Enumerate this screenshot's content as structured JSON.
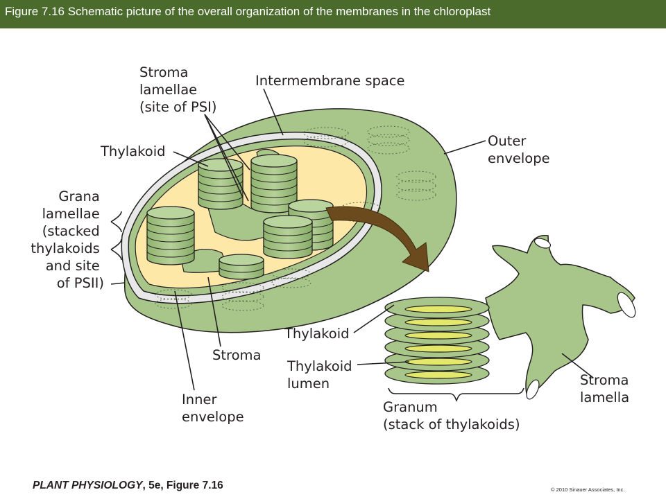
{
  "header": {
    "title": "Figure 7.16  Schematic picture of the overall organization of the membranes in the chloroplast"
  },
  "labels": {
    "stroma_lamellae": [
      "Stroma",
      "lamellae",
      "(site of PSI)"
    ],
    "intermembrane_space": "Intermembrane space",
    "thylakoid_top": "Thylakoid",
    "outer_envelope": [
      "Outer",
      "envelope"
    ],
    "grana_lamellae": [
      "Grana",
      "lamellae",
      "(stacked",
      "thylakoids",
      "and site",
      "of PSII)"
    ],
    "thylakoid_inset": "Thylakoid",
    "stroma": "Stroma",
    "thylakoid_lumen": [
      "Thylakoid",
      "lumen"
    ],
    "inner_envelope": [
      "Inner",
      "envelope"
    ],
    "granum": [
      "Granum",
      "(stack of thylakoids)"
    ],
    "stroma_lamella": [
      "Stroma",
      "lamella"
    ]
  },
  "footer": {
    "book_title": "PLANT PHYSIOLOGY",
    "edition": ", 5e, Figure 7.16",
    "copyright": "© 2010 Sinauer Associates, Inc."
  },
  "colors": {
    "title_bar": "#4a6b2b",
    "membrane_green": "#a8c58a",
    "stroma_fill": "#fde8a8",
    "lumen_yellow": "#e3e86a",
    "arrow_brown": "#6b4a1e"
  }
}
